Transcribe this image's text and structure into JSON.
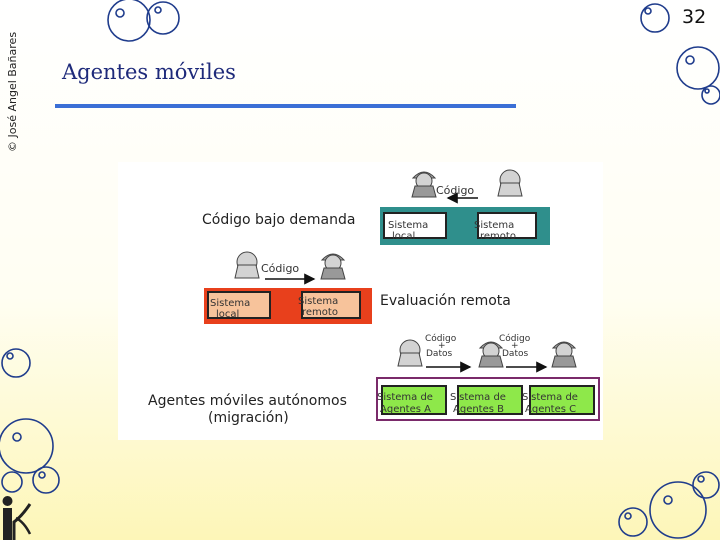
{
  "slide": {
    "copyright": "© José Angel Bañares",
    "number": "32",
    "title": "Agentes móviles"
  },
  "figure": {
    "cod_demanda": {
      "label": "Código bajo demanda",
      "arrow_label": "Código",
      "box_left_line1": "Sistema",
      "box_left_line2": "local",
      "box_right_line1": "Sistema",
      "box_right_line2": "remoto"
    },
    "eval_remota": {
      "label": "Evaluación remota",
      "arrow_label": "Código",
      "box_left_line1": "Sistema",
      "box_left_line2": "local",
      "box_right_line1": "Sistema",
      "box_right_line2": "remoto"
    },
    "agentes": {
      "label_line1": "Agentes móviles autónomos",
      "label_line2": "(migración)",
      "arrow1_line1": "Código",
      "arrow1_line2": "+",
      "arrow1_line3": "Datos",
      "arrow2_line1": "Código",
      "arrow2_line2": "+",
      "arrow2_line3": "Datos",
      "box_a_line1": "Sistema de",
      "box_a_line2": "Agentes A",
      "box_b_line1": "Sistema de",
      "box_b_line2": "Agentes B",
      "box_c_line1": "Sistema de",
      "box_c_line2": "Agentes C"
    }
  },
  "colors": {
    "title": "#1e2a7a",
    "rule": "#3b6fd6",
    "teal_panel": "#2f8f8c",
    "red_panel": "#e8401c",
    "peach_box": "#f7c39b",
    "green_box": "#8ee84a",
    "purple_frame": "#7a2a6a"
  }
}
